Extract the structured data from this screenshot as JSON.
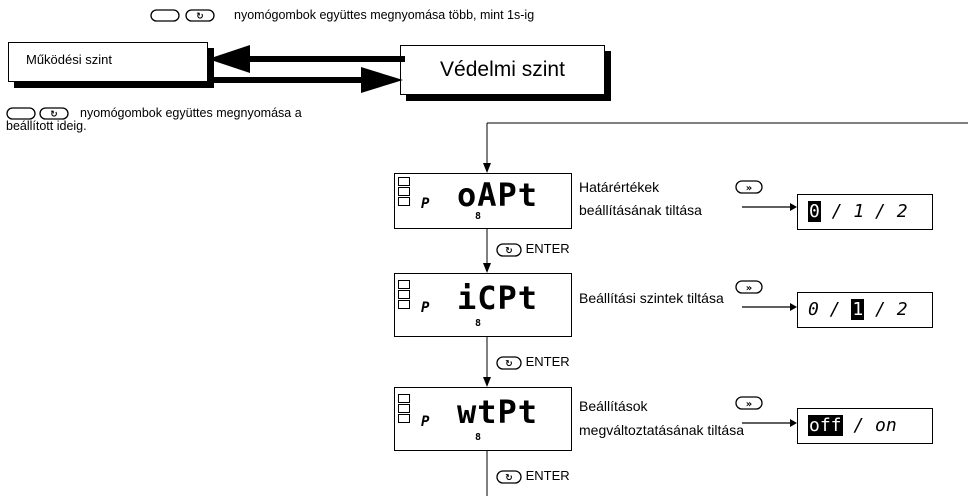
{
  "top_note": "nyomógombok együttes megnyomása több, mint 1s-ig",
  "bottom_note_line1": "nyomógombok együttes megnyomása a",
  "bottom_note_line2": "beállított ideig.",
  "level_operating": "Működési szint",
  "level_protection": "Védelmi szint",
  "enter_label": "ENTER",
  "p_label": "P",
  "rows": [
    {
      "display_code": "oAPt",
      "desc_line1": "Határértékek",
      "desc_line2": "beállításának tiltása",
      "options": [
        "0",
        "1",
        "2"
      ],
      "selected": "0"
    },
    {
      "display_code": "iCPt",
      "desc_line1": "Beállítási szintek tiltása",
      "desc_line2": "",
      "options": [
        "0",
        "1",
        "2"
      ],
      "selected": "1"
    },
    {
      "display_code": "wtPt",
      "desc_line1": "Beállítások",
      "desc_line2": "megváltoztatásának tiltása",
      "options": [
        "off",
        "on"
      ],
      "selected": "off"
    }
  ]
}
